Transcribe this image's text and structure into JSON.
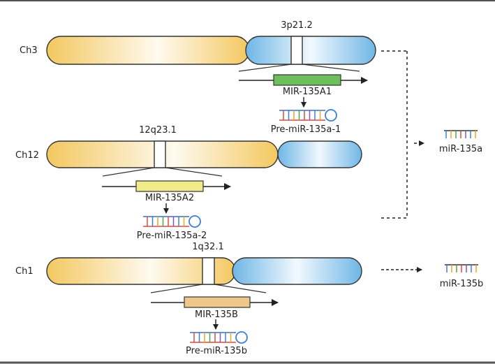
{
  "chromosomes": {
    "ch3": {
      "name": "Ch3",
      "band": "3p21.2",
      "gene": "MIR-135A1",
      "precursor": "Pre-miR-135a-1"
    },
    "ch12": {
      "name": "Ch12",
      "band": "12q23.1",
      "gene": "MIR-135A2",
      "precursor": "Pre-miR-135a-2"
    },
    "ch1": {
      "name": "Ch1",
      "band": "1q32.1",
      "gene": "MIR-135B",
      "precursor": "Pre-miR-135b"
    }
  },
  "mature": {
    "a": "miR-135a",
    "b": "miR-135b"
  },
  "colors": {
    "p_arm": "#f3cc6e",
    "q_arm": "#7fc0ea",
    "gene_a1": "#6dbf5a",
    "gene_a2": "#f1ec8a",
    "gene_b": "#f0c78a"
  }
}
